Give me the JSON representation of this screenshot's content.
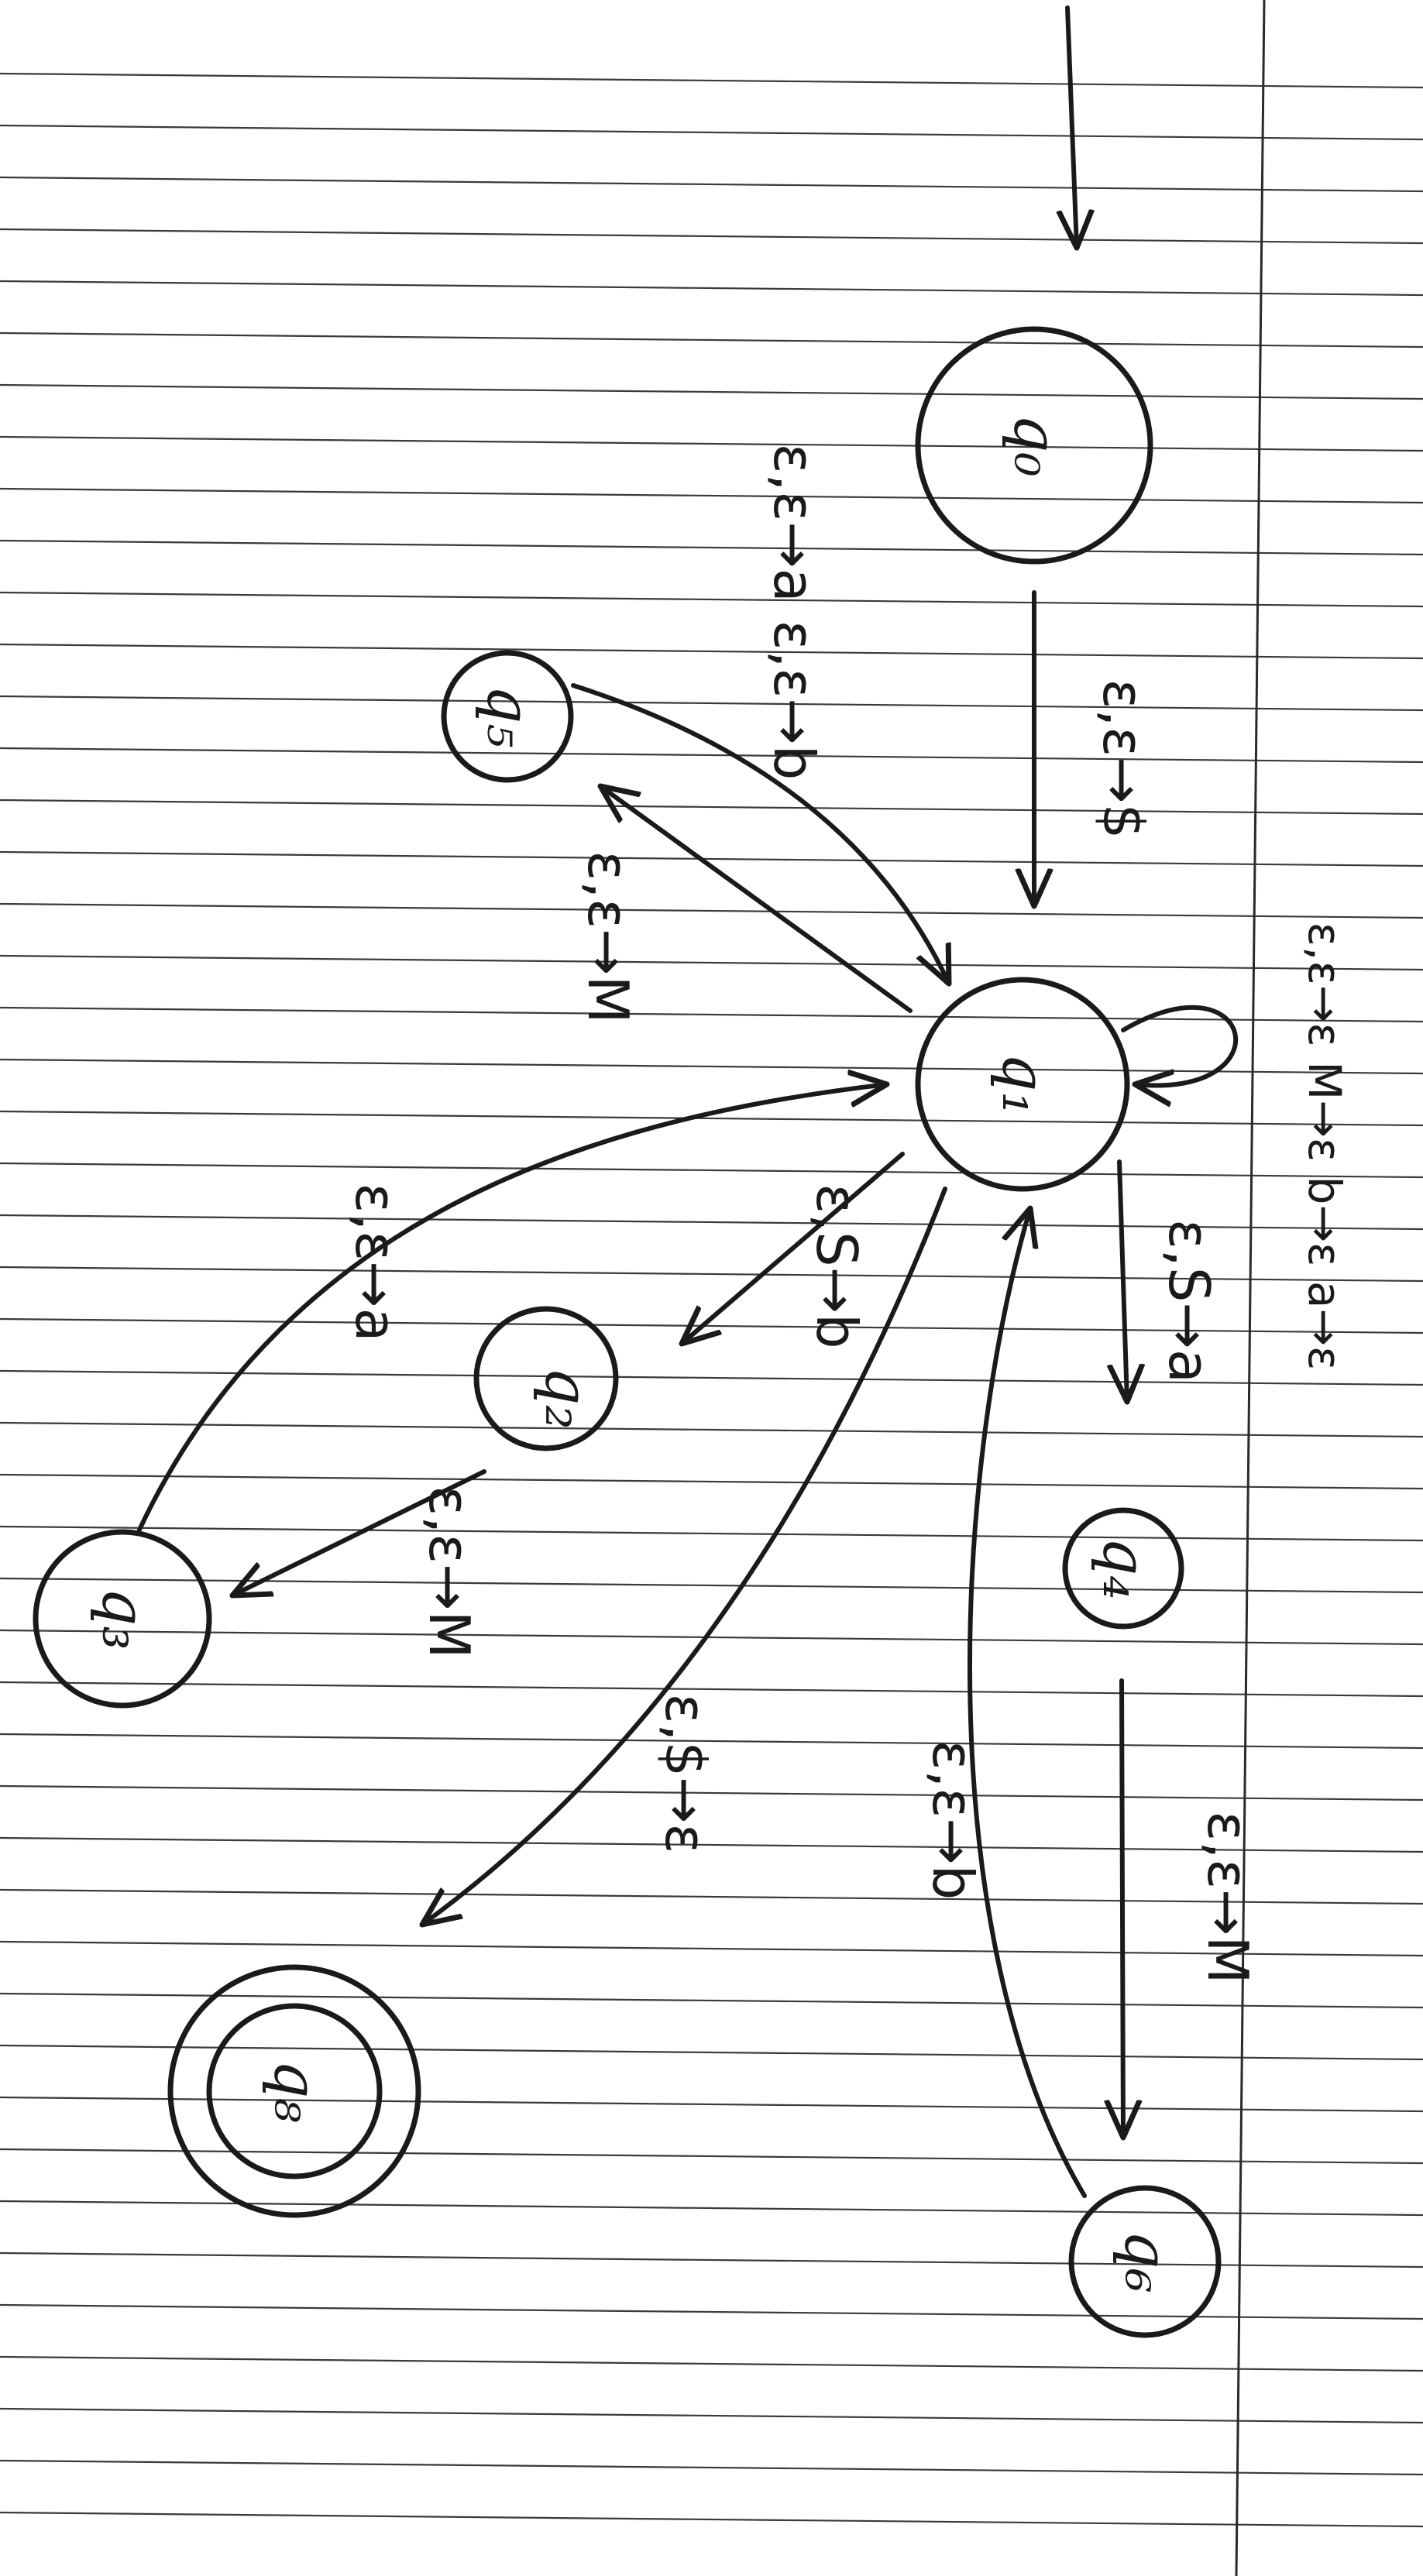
{
  "diagram": {
    "kind": "state-transition diagram (handwritten on lined paper, rotated)",
    "nodes": [
      {
        "id": "q_start",
        "label": "q₀",
        "start": true,
        "accept": false
      },
      {
        "id": "q_hub",
        "label": "q₁",
        "start": false,
        "accept": false
      },
      {
        "id": "q_upper",
        "label": "q₅",
        "start": false,
        "accept": false
      },
      {
        "id": "q_mid",
        "label": "q₂",
        "start": false,
        "accept": false
      },
      {
        "id": "q_far",
        "label": "q₃",
        "start": false,
        "accept": false
      },
      {
        "id": "q_acc",
        "label": "q₈",
        "start": false,
        "accept": true
      },
      {
        "id": "q_right",
        "label": "q₄",
        "start": false,
        "accept": false
      },
      {
        "id": "q_bottom",
        "label": "q₆",
        "start": false,
        "accept": false
      }
    ],
    "edges": [
      {
        "id": "e_start",
        "label": "ε,ε→$"
      },
      {
        "id": "e_hub_upper",
        "label": "ε,ε→M"
      },
      {
        "id": "e_upper_hub",
        "label": "ε,ε→a ε,ε→b"
      },
      {
        "id": "e_hub_self",
        "label": "ε,ε→ε M→ε b→ε a→ε"
      },
      {
        "id": "e_hub_right",
        "label": "ε,S→a"
      },
      {
        "id": "e_hub_mid",
        "label": "ε,S→b"
      },
      {
        "id": "e_mid_far",
        "label": "ε,ε→M"
      },
      {
        "id": "e_far_hub",
        "label": "ε,ε→a"
      },
      {
        "id": "e_hub_acc",
        "label": "ε,$→ε"
      },
      {
        "id": "e_right_bottom",
        "label": "ε,ε→M"
      },
      {
        "id": "e_bottom_hub",
        "label": "ε,ε→b"
      }
    ]
  },
  "colors": {
    "ink": "#1a1a1a",
    "paper": "#ffffff",
    "rules": "#3a3a3a"
  }
}
